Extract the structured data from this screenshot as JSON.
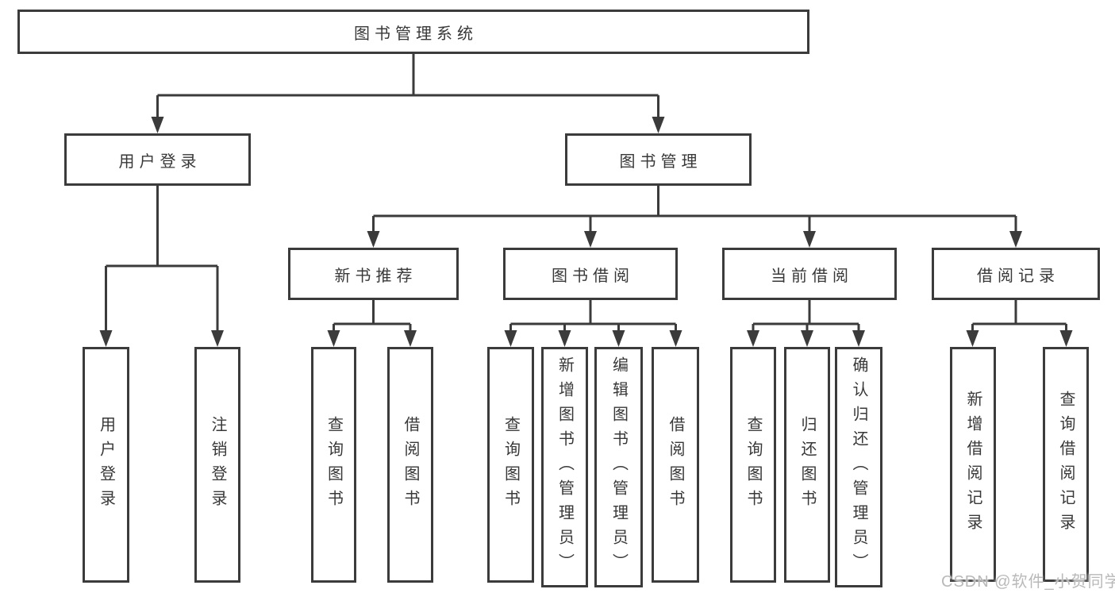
{
  "diagram": {
    "type": "hierarchy-tree",
    "root": {
      "label": "图书管理系统"
    },
    "branches": [
      {
        "label": "用户登录",
        "children": [
          {
            "label": "用户登录"
          },
          {
            "label": "注销登录"
          }
        ]
      },
      {
        "label": "图书管理",
        "children": [
          {
            "label": "新书推荐",
            "children": [
              {
                "label": "查询图书"
              },
              {
                "label": "借阅图书"
              }
            ]
          },
          {
            "label": "图书借阅",
            "children": [
              {
                "label": "查询图书"
              },
              {
                "label": "新增图书（管理员）"
              },
              {
                "label": "编辑图书（管理员）"
              },
              {
                "label": "借阅图书"
              }
            ]
          },
          {
            "label": "当前借阅",
            "children": [
              {
                "label": "查询图书"
              },
              {
                "label": "归还图书"
              },
              {
                "label": "确认归还（管理员）"
              }
            ]
          },
          {
            "label": "借阅记录",
            "children": [
              {
                "label": "新增借阅记录"
              },
              {
                "label": "查询借阅记录"
              }
            ]
          }
        ]
      }
    ]
  },
  "watermark": {
    "text": "CSDN @软件_小贺同学"
  },
  "colors": {
    "line": "#3b3b3b",
    "box_border": "#3b3b3b",
    "text": "#383838",
    "background": "#ffffff",
    "watermark": "#b9b9b9"
  }
}
